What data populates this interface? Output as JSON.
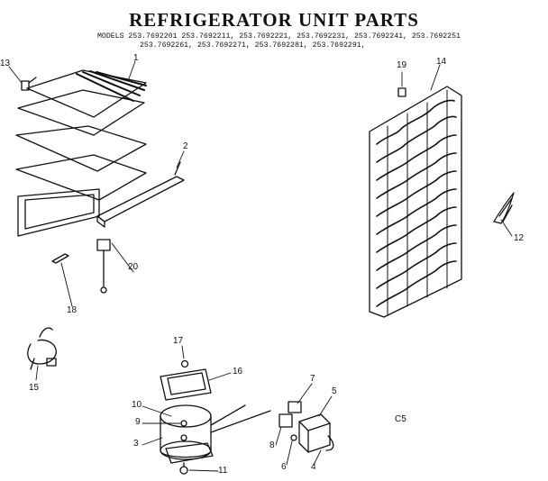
{
  "title": "REFRIGERATOR UNIT PARTS",
  "models_line1": "MODELS 253.7692201  253.7692211, 253.7692221, 253.7692231, 253.7692241, 253.7692251",
  "models_line2": "253.7692261, 253.7692271, 253.7692281, 253.7692291,",
  "code": "C5",
  "callouts": {
    "p1": "1",
    "p2": "2",
    "p3": "3",
    "p4": "4",
    "p5": "5",
    "p6": "6",
    "p7": "7",
    "p8": "8",
    "p9": "9",
    "p10": "10",
    "p11": "11",
    "p12": "12",
    "p13": "13",
    "p14": "14",
    "p15": "15",
    "p16": "16",
    "p17": "17",
    "p18": "18",
    "p19": "19",
    "p20": "20"
  }
}
